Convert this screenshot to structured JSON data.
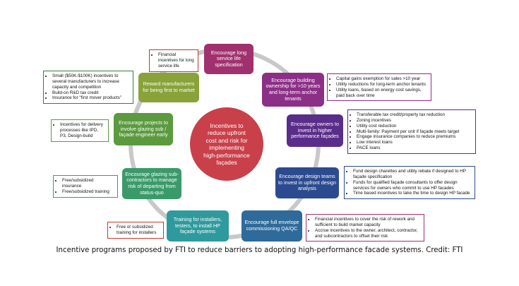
{
  "center": {
    "label": "Incentives to reduce upfront cost and risk for implementing high-performance façades"
  },
  "nodes": [
    {
      "key": "service-life",
      "label": "Encourage long service life specification",
      "color": "#a0316e"
    },
    {
      "key": "ownership",
      "label": "Encourage building ownership for >10 years and long-term anchor tenants",
      "color": "#8c2f86"
    },
    {
      "key": "owners-invest",
      "label": "Encourage owners to invest in higher performance façades",
      "color": "#5a2d8a"
    },
    {
      "key": "design-teams",
      "label": "Encourage design teams to invest in upfront design analysis",
      "color": "#2c4a8f"
    },
    {
      "key": "commissioning",
      "label": "Encourage full envelope commissioning QA/QC",
      "color": "#2e6a9a"
    },
    {
      "key": "training",
      "label": "Training for installers, testers, to install HP façade systems",
      "color": "#2f9a9d"
    },
    {
      "key": "subcontractors",
      "label": "Encourage glazing sub-contractors to manage risk of departing from status-quo",
      "color": "#3b9a6a"
    },
    {
      "key": "engineer",
      "label": "Encourage projects to involve glazing sub / façade engineer early",
      "color": "#5b9a3f"
    },
    {
      "key": "manufacturers",
      "label": "Reward manufacturers for being first to market",
      "color": "#89a23a"
    }
  ],
  "callouts": [
    {
      "key": "service-life",
      "border": "#c0392b",
      "items": [
        "Financial incentives for long service life"
      ]
    },
    {
      "key": "ownership",
      "border": "#8c2f86",
      "items": [
        "Capital gains exemption for sales >10 year",
        "Utility reductions for long-term anchor tenants",
        "Utility loans, based on energy cost savings, paid back over time"
      ]
    },
    {
      "key": "owners-invest",
      "border": "#5a2d8a",
      "items": [
        "Transferable tax credit/property tax reduction",
        "Zoning incentives",
        "Utility cost reduction",
        "Multi-family: Payment per unit if façade meets target",
        "Engage insurance companies to reduce premiums",
        "Low interest loans",
        "PACE loans"
      ]
    },
    {
      "key": "design-teams",
      "border": "#2c4a8f",
      "items": [
        "Fund design charettes and utility rebate if designed to HP façade specification",
        "Funds for qualified façade consultants to offer design services for owners who commit to use HP facades",
        "Time based incentives to take the time to design HP facade"
      ]
    },
    {
      "key": "commissioning",
      "border": "#a0316e",
      "items": [
        "Financial incentives to cover the risk of rework and sufficient to build market capacity",
        "Accrue incentives to the owner, architect, contractor, and subcontractors to offset their risk"
      ]
    },
    {
      "key": "training",
      "border": "#c0392b",
      "items": [
        "Free or subsidized training for installers"
      ]
    },
    {
      "key": "subcontractors",
      "border": "#3b9a6a",
      "items": [
        "Free/subsidized insurance",
        "Free/subsidized training"
      ]
    },
    {
      "key": "engineer",
      "border": "#5b9a3f",
      "items": [
        "Incentives for delivery processes like IPD, P3, Design-build"
      ]
    },
    {
      "key": "manufacturers",
      "border": "#3b7a3a",
      "items": [
        "Small ($50K-$100K) incentives to several manufacturers to increase capacity and competition",
        "Build-on R&D tax credit",
        "Insurance for “first mover products”"
      ]
    }
  ],
  "caption": "Incentive programs proposed by FTI to reduce barriers to adopting high-performance facade systems. Credit: FTI"
}
